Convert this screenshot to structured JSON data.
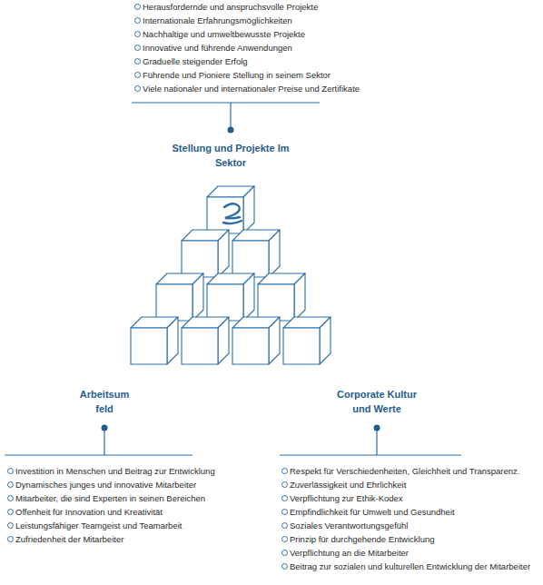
{
  "diagram": {
    "labels": [
      "Herausfordernde und anspruchsvolle Projekte",
      "Internationale Erfahrungsmöglichkeiten",
      "Nachhaltige und umweltbewusste Projekte",
      "Innovative und führende Anwendungen",
      "Graduelle steigender Erfolg",
      "Führende und Pioniere Stellung in seinem Sektor",
      "Viele nationaler und internationaler Preise und Zertifikate",
      "Stellung und Projekte Im Sektor",
      "Arbeitsum feld",
      "Corporate Kultur und Werte",
      "Investition in Menschen und Beitrag zur Entwicklung",
      "Dynamisches junges und innovative Mitarbeiter",
      "Mitarbeiter, die sind Experten in seinen Bereichen",
      "Offenheit für Innovation und Kreativität",
      "Leistungsfähiger Teamgeist und Teamarbeit",
      "Zufriedenheit der Mitarbeiter",
      "Respekt für Verschiedenheiten, Gleichheit und Transparenz.",
      "Zuverlässigkeit und Ehrlichkeit",
      "Verpflichtung zur Ethik-Kodex",
      "Empfindlichkeit für Umwelt und Gesundheit",
      "Soziales Verantwortungsgefühl",
      "Prinzip für durchgehende Entwicklung",
      "Verpflichtung an die Mitarbeiter",
      "Beitrag zur sozialen und kulturellen Entwicklung der Mitarbeiter"
    ]
  }
}
